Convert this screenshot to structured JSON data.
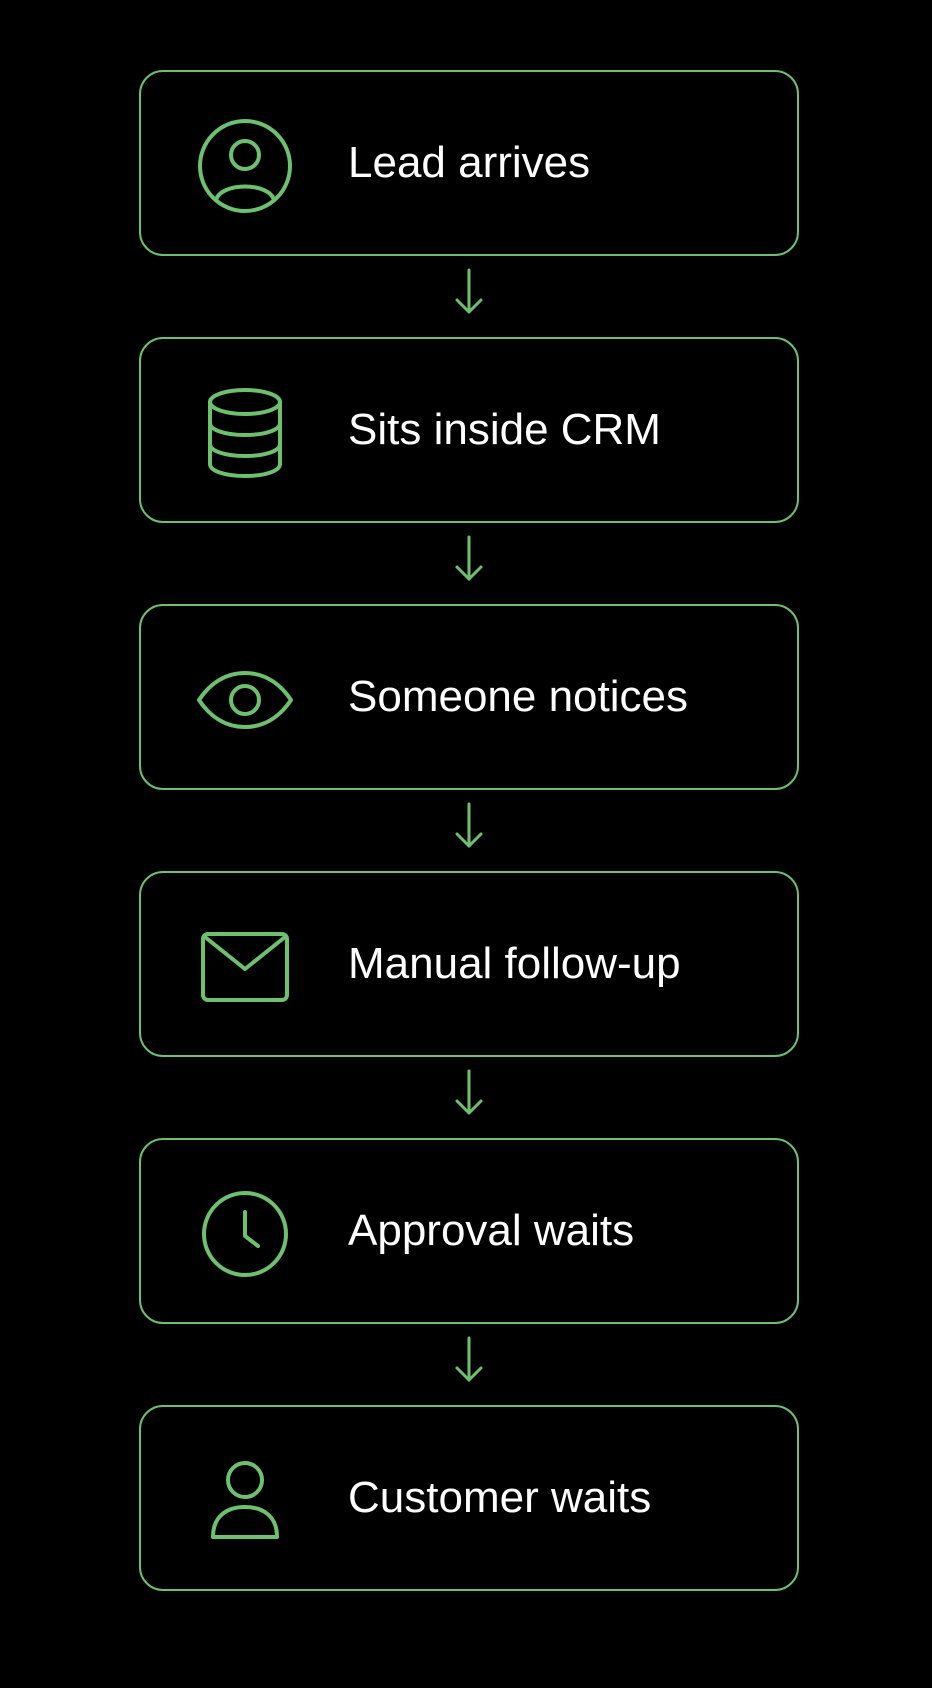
{
  "accent_color": "#6cc06e",
  "background_color": "#000000",
  "steps": [
    {
      "label": "Lead arrives",
      "icon": "user-circle-icon"
    },
    {
      "label": "Sits inside CRM",
      "icon": "database-icon"
    },
    {
      "label": "Someone notices",
      "icon": "eye-icon"
    },
    {
      "label": "Manual follow-up",
      "icon": "mail-icon"
    },
    {
      "label": "Approval waits",
      "icon": "clock-icon"
    },
    {
      "label": "Customer waits",
      "icon": "user-icon"
    }
  ],
  "connector_icon": "arrow-down-icon"
}
